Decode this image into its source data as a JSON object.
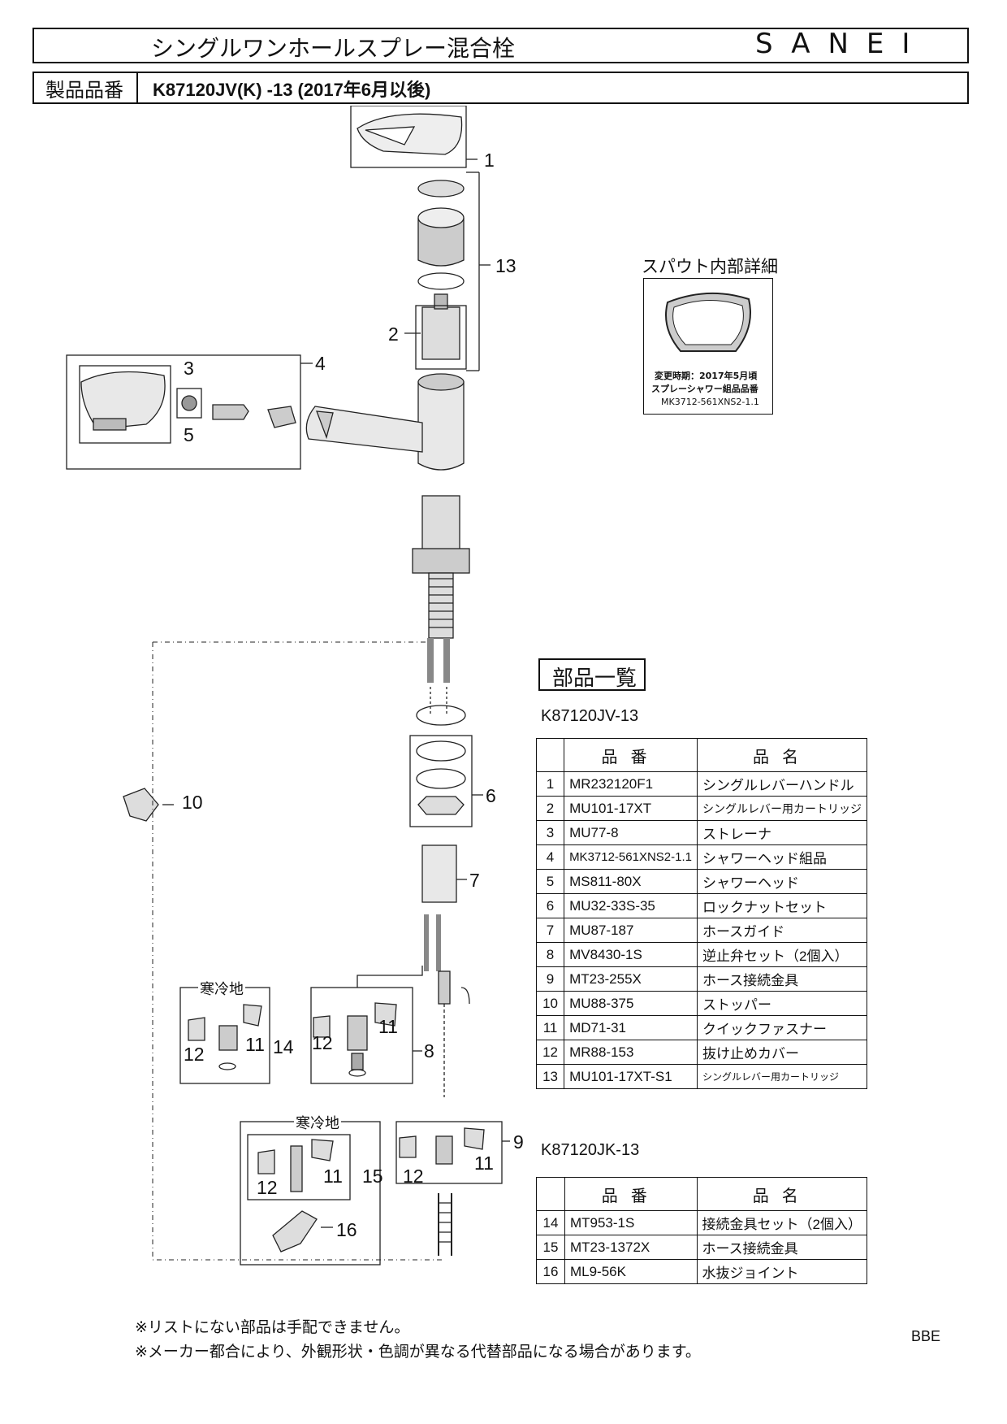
{
  "header": {
    "title": "シングルワンホールスプレー混合栓",
    "brand": "SANEI",
    "product_label": "製品品番",
    "product_value": "K87120JV(K) -13 (2017年6月以後)"
  },
  "diagram": {
    "callouts": [
      "1",
      "13",
      "2",
      "4",
      "3",
      "5",
      "10",
      "6",
      "7",
      "14",
      "12",
      "11",
      "12",
      "11",
      "8",
      "15",
      "12",
      "11",
      "16",
      "9",
      "12",
      "11"
    ],
    "cold_region_label": "寒冷地",
    "detail": {
      "title": "スパウト内部詳細",
      "line1": "変更時期：2017年5月頃",
      "line2": "スプレーシャワー組品品番",
      "line3": "MK3712-561XNS2-1.1"
    }
  },
  "parts_heading": "部品一覧",
  "table1": {
    "model": "K87120JV-13",
    "headers": [
      "品番",
      "品名"
    ],
    "rows": [
      {
        "no": "1",
        "code": "MR232120F1",
        "name": "シングルレバーハンドル"
      },
      {
        "no": "2",
        "code": "MU101-17XT",
        "name": "シングルレバー用カートリッジ"
      },
      {
        "no": "3",
        "code": "MU77-8",
        "name": "ストレーナ"
      },
      {
        "no": "4",
        "code": "MK3712-561XNS2-1.1",
        "name": "シャワーヘッド組品"
      },
      {
        "no": "5",
        "code": "MS811-80X",
        "name": "シャワーヘッド"
      },
      {
        "no": "6",
        "code": "MU32-33S-35",
        "name": "ロックナットセット"
      },
      {
        "no": "7",
        "code": "MU87-187",
        "name": "ホースガイド"
      },
      {
        "no": "8",
        "code": "MV8430-1S",
        "name": "逆止弁セット（2個入）"
      },
      {
        "no": "9",
        "code": "MT23-255X",
        "name": "ホース接続金具"
      },
      {
        "no": "10",
        "code": "MU88-375",
        "name": "ストッパー"
      },
      {
        "no": "11",
        "code": "MD71-31",
        "name": "クイックファスナー"
      },
      {
        "no": "12",
        "code": "MR88-153",
        "name": "抜け止めカバー"
      },
      {
        "no": "13",
        "code": "MU101-17XT-S1",
        "name": "シングルレバー用カートリッジ"
      }
    ]
  },
  "table2": {
    "model": "K87120JK-13",
    "headers": [
      "品番",
      "品名"
    ],
    "rows": [
      {
        "no": "14",
        "code": "MT953-1S",
        "name": "接続金具セット（2個入）"
      },
      {
        "no": "15",
        "code": "MT23-1372X",
        "name": "ホース接続金具"
      },
      {
        "no": "16",
        "code": "ML9-56K",
        "name": "水抜ジョイント"
      }
    ]
  },
  "footer": {
    "note1": "※リストにない部品は手配できません。",
    "note2": "※メーカー都合により、外観形状・色調が異なる代替部品になる場合があります。",
    "code": "BBE"
  }
}
